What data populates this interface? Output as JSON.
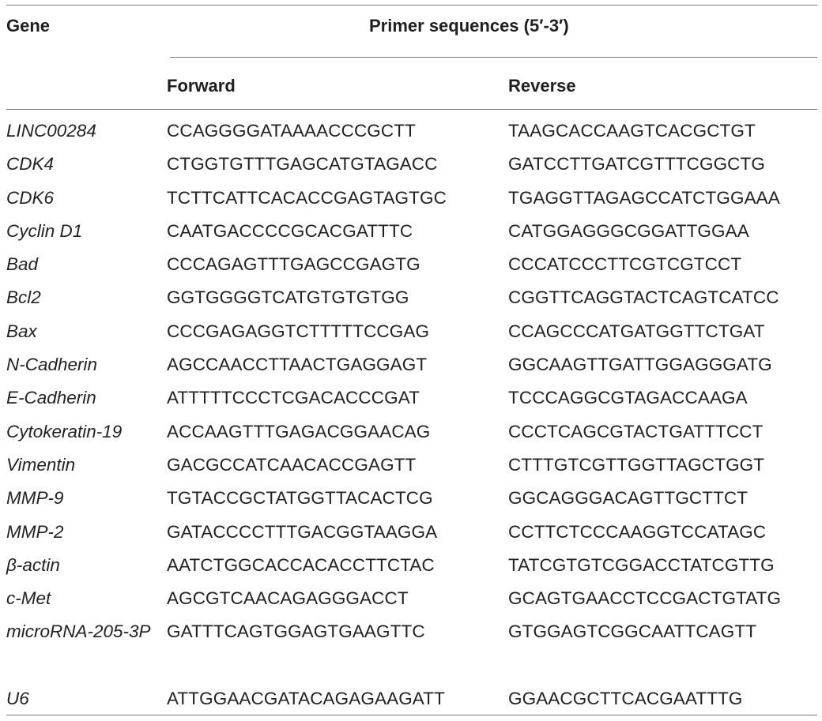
{
  "table": {
    "headers": {
      "gene": "Gene",
      "primer": "Primer sequences (5′-3′)",
      "forward": "Forward",
      "reverse": "Reverse"
    },
    "rows": [
      {
        "gene": "LINC00284",
        "forward": "CCAGGGGATAAAACCCGCTT",
        "reverse": "TAAGCACCAAGTCACGCTGT"
      },
      {
        "gene": "CDK4",
        "forward": "CTGGTGTTTGAGCATGTAGACC",
        "reverse": "GATCCTTGATCGTTTCGGCTG"
      },
      {
        "gene": "CDK6",
        "forward": "TCTTCATTCACACCGAGTAGTGC",
        "reverse": "TGAGGTTAGAGCCATCTGGAAA"
      },
      {
        "gene": "Cyclin D1",
        "forward": "CAATGACCCCGCACGATTTC",
        "reverse": "CATGGAGGGCGGATTGGAA"
      },
      {
        "gene": "Bad",
        "forward": "CCCAGAGTTTGAGCCGAGTG",
        "reverse": "CCCATCCCTTCGTCGTCCT"
      },
      {
        "gene": "Bcl2",
        "forward": "GGTGGGGTCATGTGTGTGG",
        "reverse": "CGGTTCAGGTACTCAGTCATCC"
      },
      {
        "gene": "Bax",
        "forward": "CCCGAGAGGTCTTTTTCCGAG",
        "reverse": "CCAGCCCATGATGGTTCTGAT"
      },
      {
        "gene": "N-Cadherin",
        "forward": "AGCCAACCTTAACTGAGGAGT",
        "reverse": "GGCAAGTTGATTGGAGGGATG"
      },
      {
        "gene": "E-Cadherin",
        "forward": "ATTTTTCCCTCGACACCCGAT",
        "reverse": "TCCCAGGCGTAGACCAAGA"
      },
      {
        "gene": "Cytokeratin-19",
        "forward": "ACCAAGTTTGAGACGGAACAG",
        "reverse": "CCCTCAGCGTACTGATTTCCT"
      },
      {
        "gene": "Vimentin",
        "forward": "GACGCCATCAACACCGAGTT",
        "reverse": "CTTTGTCGTTGGTTAGCTGGT"
      },
      {
        "gene": "MMP-9",
        "forward": "TGTACCGCTATGGTTACACTCG",
        "reverse": "GGCAGGGACAGTTGCTTCT"
      },
      {
        "gene": "MMP-2",
        "forward": "GATACCCCTTTGACGGTAAGGA",
        "reverse": "CCTTCTCCCAAGGTCCATAGC"
      },
      {
        "gene": "β-actin",
        "forward": "AATCTGGCACCACACCTTCTAC",
        "reverse": "TATCGTGTCGGACCTATCGTTG"
      },
      {
        "gene": "c-Met",
        "forward": "AGCGTCAACAGAGGGACCT",
        "reverse": "GCAGTGAACCTCCGACTGTATG"
      },
      {
        "gene": "microRNA-205-3P",
        "forward": "GATTTCAGTGGAGTGAAGTTC",
        "reverse": "GTGGAGTCGGCAATTCAGTT"
      },
      {
        "gene": "U6",
        "forward": "ATTGGAACGATACAGAGAAGATT",
        "reverse": "GGAACGCTTCACGAATTTG"
      }
    ]
  }
}
